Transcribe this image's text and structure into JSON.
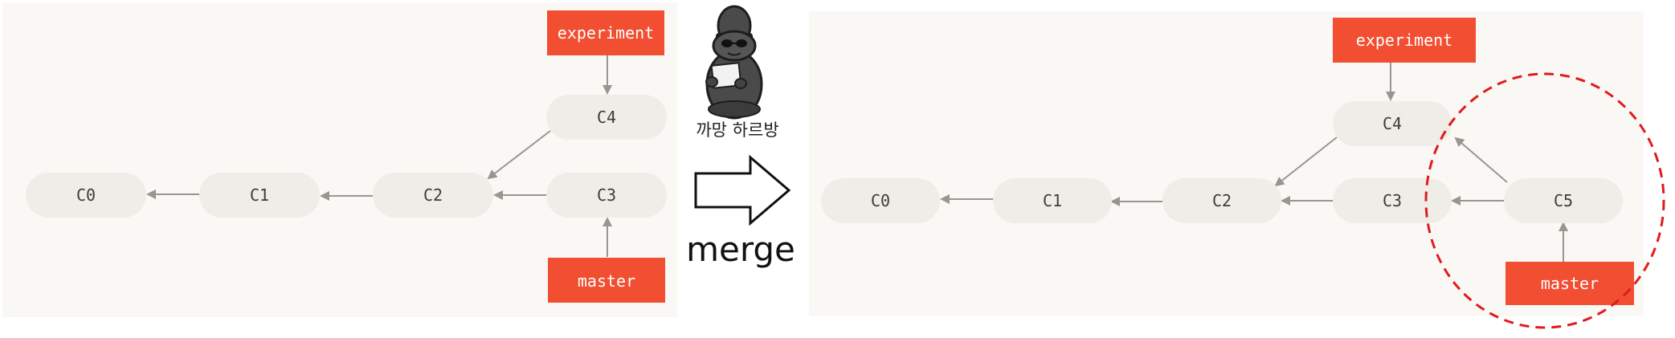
{
  "left_graph": {
    "commits": [
      "C0",
      "C1",
      "C2",
      "C3",
      "C4"
    ],
    "branches": {
      "experiment": "experiment",
      "master": "master"
    }
  },
  "right_graph": {
    "commits": [
      "C0",
      "C1",
      "C2",
      "C3",
      "C4",
      "C5"
    ],
    "branches": {
      "experiment": "experiment",
      "master": "master"
    }
  },
  "middle": {
    "character_caption": "까망 하르방",
    "action_label": "merge"
  },
  "colors": {
    "panel_bg": "#f9f8f5",
    "node_fill": "#efede7",
    "branch_label": "#f14e32",
    "arrow": "#999690",
    "highlight_circle": "#e11b1b"
  },
  "icons": [
    "character-icon",
    "right-arrow-icon"
  ]
}
